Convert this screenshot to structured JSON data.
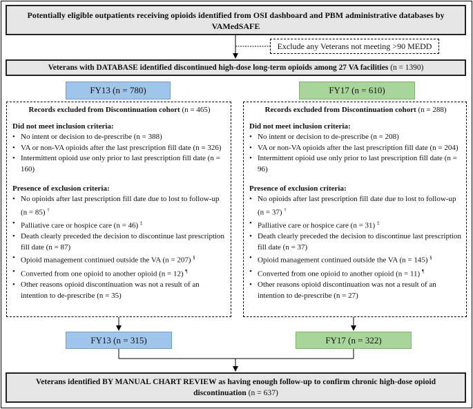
{
  "top_box": "Potentially eligible outpatients receiving opioids identified from OSI dashboard and PBM administrative databases by VAMedSAFE",
  "exclude_note": "Exclude any Veterans not meeting >90 MEDD",
  "db_box": {
    "text": "Veterans with DATABASE identified discontinued high-dose long-term opioids among 27 VA facilities",
    "n": "(n = 1390)"
  },
  "fy13_top": "FY13 (n = 780)",
  "fy17_top": "FY17 (n = 610)",
  "left_excl": {
    "title": "Records excluded from Discontinuation cohort",
    "title_n": "(n = 465)",
    "inclusion_head": "Did not meet inclusion criteria:",
    "inclusion": [
      "No intent or decision to de-prescribe (n = 388)",
      "VA or non-VA opioids after the last prescription fill date (n = 326)",
      "Intermittent opioid use only prior to last prescription fill date (n = 160)"
    ],
    "exclusion_head": "Presence of exclusion criteria:",
    "exclusion": [
      {
        "text": "No opioids after last prescription fill date due to lost to follow-up (n = 85)",
        "mark": "†"
      },
      {
        "text": "Palliative care or hospice care (n = 46)",
        "mark": "‡"
      },
      {
        "text": "Death clearly preceded the decision to discontinue last prescription fill date (n = 87)",
        "mark": ""
      },
      {
        "text": "Opioid management continued outside the VA (n = 207)",
        "mark": "§"
      },
      {
        "text": "Converted from one opioid to another opioid (n = 12)",
        "mark": "¶"
      },
      {
        "text": "Other reasons opioid discontinuation was not a result of an intention to de-prescribe (n = 35)",
        "mark": ""
      }
    ]
  },
  "right_excl": {
    "title": "Records excluded from Discontinuation cohort",
    "title_n": "(n = 288)",
    "inclusion_head": "Did not meet inclusion criteria:",
    "inclusion": [
      "No intent or decision to de-prescribe (n = 208)",
      "VA or non-VA opioids after the last prescription fill date (n = 204)",
      "Intermittent opioid use only prior to last prescription fill date (n = 96)"
    ],
    "exclusion_head": "Presence of exclusion criteria:",
    "exclusion": [
      {
        "text": "No opioids after last prescription fill date due to lost to follow-up (n = 37)",
        "mark": "†"
      },
      {
        "text": "Palliative care or hospice care (n = 31)",
        "mark": "‡"
      },
      {
        "text": "Death clearly preceded the decision to discontinue last prescription fill date (n = 37)",
        "mark": ""
      },
      {
        "text": "Opioid management continued outside the VA (n = 145)",
        "mark": "§"
      },
      {
        "text": "Converted from one opioid to another opioid (n = 11)",
        "mark": "¶"
      },
      {
        "text": "Other reasons opioid discontinuation was not a result of an intention to de-prescribe (n = 27)",
        "mark": ""
      }
    ]
  },
  "fy13_bottom": "FY13 (n = 315)",
  "fy17_bottom": "FY17 (n = 322)",
  "final_box": {
    "text": "Veterans identified BY MANUAL CHART REVIEW as having enough follow-up to confirm chronic high-dose opioid discontinuation",
    "n": "(n = 637)"
  }
}
